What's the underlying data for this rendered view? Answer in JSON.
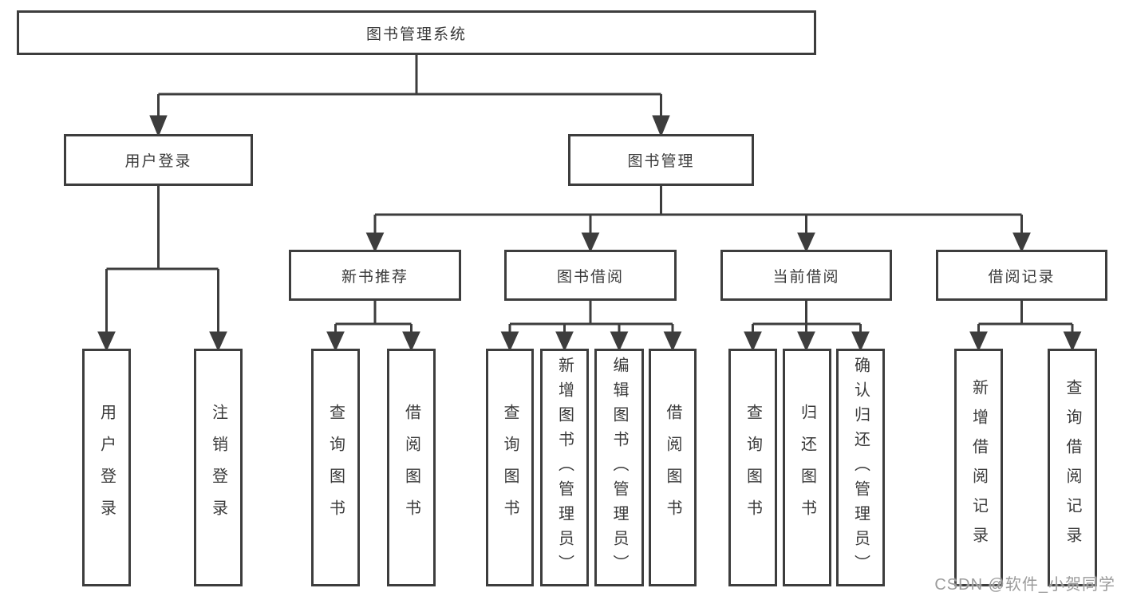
{
  "diagram": {
    "type": "tree",
    "root": {
      "label": "图书管理系统"
    },
    "level2": [
      {
        "label": "用户登录",
        "parent": "图书管理系统"
      },
      {
        "label": "图书管理",
        "parent": "图书管理系统"
      }
    ],
    "level3": [
      {
        "label": "新书推荐",
        "parent": "图书管理"
      },
      {
        "label": "图书借阅",
        "parent": "图书管理"
      },
      {
        "label": "当前借阅",
        "parent": "图书管理"
      },
      {
        "label": "借阅记录",
        "parent": "图书管理"
      }
    ],
    "leaves": [
      {
        "label": "用户登录",
        "parent": "用户登录"
      },
      {
        "label": "注销登录",
        "parent": "用户登录"
      },
      {
        "label": "查询图书",
        "parent": "新书推荐"
      },
      {
        "label": "借阅图书",
        "parent": "新书推荐"
      },
      {
        "label": "查询图书",
        "parent": "图书借阅"
      },
      {
        "label": "新增图书（管理员）",
        "parent": "图书借阅"
      },
      {
        "label": "编辑图书（管理员）",
        "parent": "图书借阅"
      },
      {
        "label": "借阅图书",
        "parent": "图书借阅"
      },
      {
        "label": "查询图书",
        "parent": "当前借阅"
      },
      {
        "label": "归还图书",
        "parent": "当前借阅"
      },
      {
        "label": "确认归还（管理员）",
        "parent": "当前借阅"
      },
      {
        "label": "新增借阅记录",
        "parent": "借阅记录"
      },
      {
        "label": "查询借阅记录",
        "parent": "借阅记录"
      }
    ]
  },
  "watermark": {
    "text": "CSDN @软件_小贺同学"
  },
  "colors": {
    "line": "#3d3d3d",
    "text": "#3a3a3a",
    "background": "#ffffff",
    "watermark": "#9b9b9b"
  }
}
